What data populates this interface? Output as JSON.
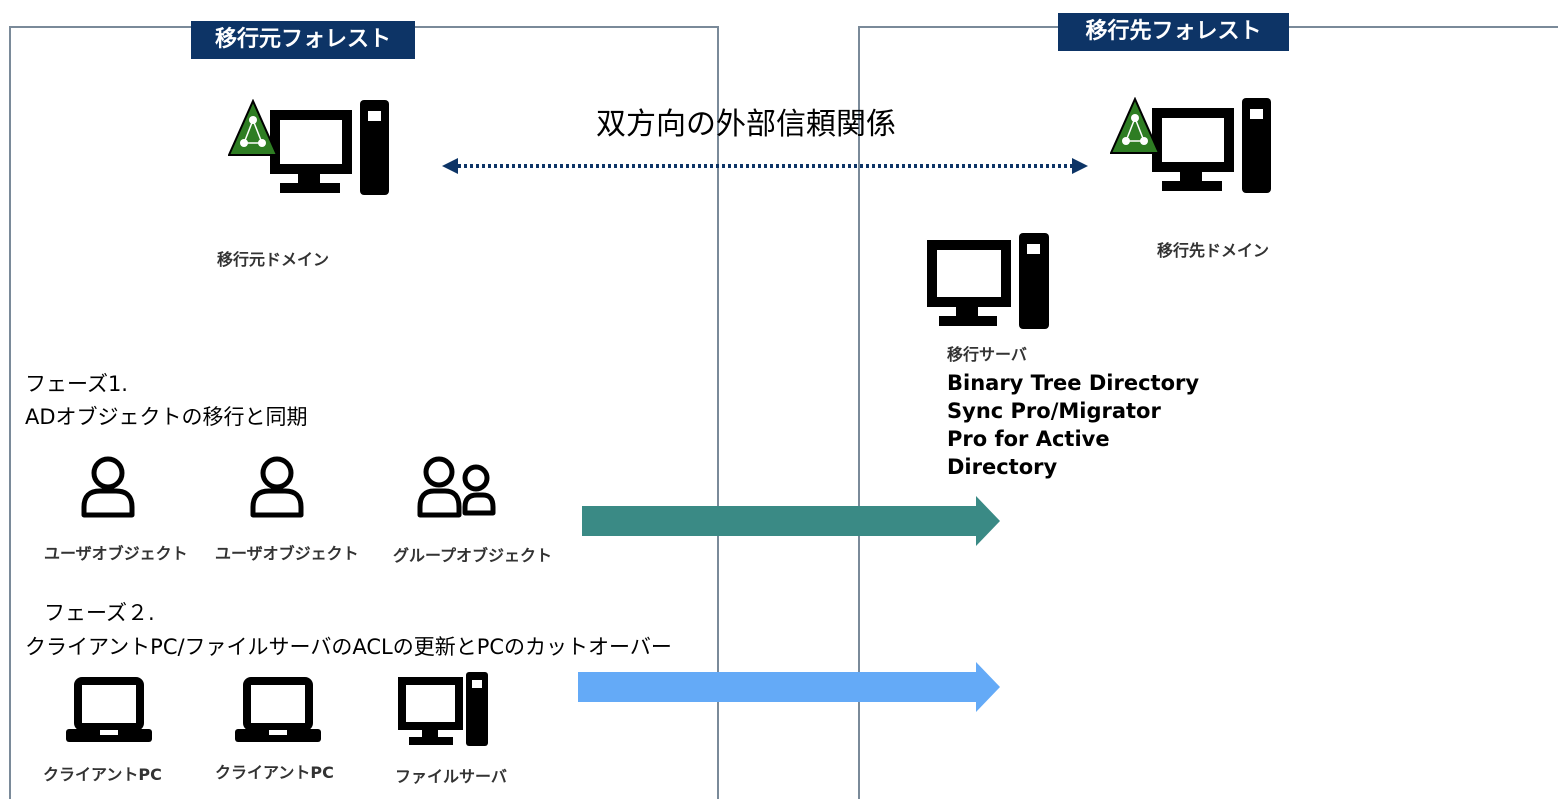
{
  "source_forest": {
    "label": "移行元フォレスト",
    "domain_label": "移行元ドメイン"
  },
  "target_forest": {
    "label": "移行先フォレスト",
    "domain_label": "移行先ドメイン",
    "server_label": "移行サーバ",
    "tool_lines": [
      "Binary Tree Directory",
      "Sync Pro/Migrator",
      "Pro for Active",
      "Directory"
    ]
  },
  "trust_label": "双方向の外部信頼関係",
  "phase1": {
    "title": "フェーズ1.",
    "subtitle": "ADオブジェクトの移行と同期",
    "items": [
      "ユーザオブジェクト",
      "ユーザオブジェクト",
      "グループオブジェクト"
    ],
    "arrow_color": "#3a8a85"
  },
  "phase2": {
    "title": "フェーズ２.",
    "subtitle": "クライアントPC/ファイルサーバのACLの更新とPCのカットオーバー",
    "items": [
      "クライアントPC",
      "クライアントPC",
      "ファイルサーバ"
    ],
    "arrow_color": "#64aaf7"
  },
  "colors": {
    "forest_label_bg": "#0d3466",
    "border": "#7a8a99",
    "trust_arrow": "#0d3466",
    "domain_icon_green": "#2e7d23"
  }
}
